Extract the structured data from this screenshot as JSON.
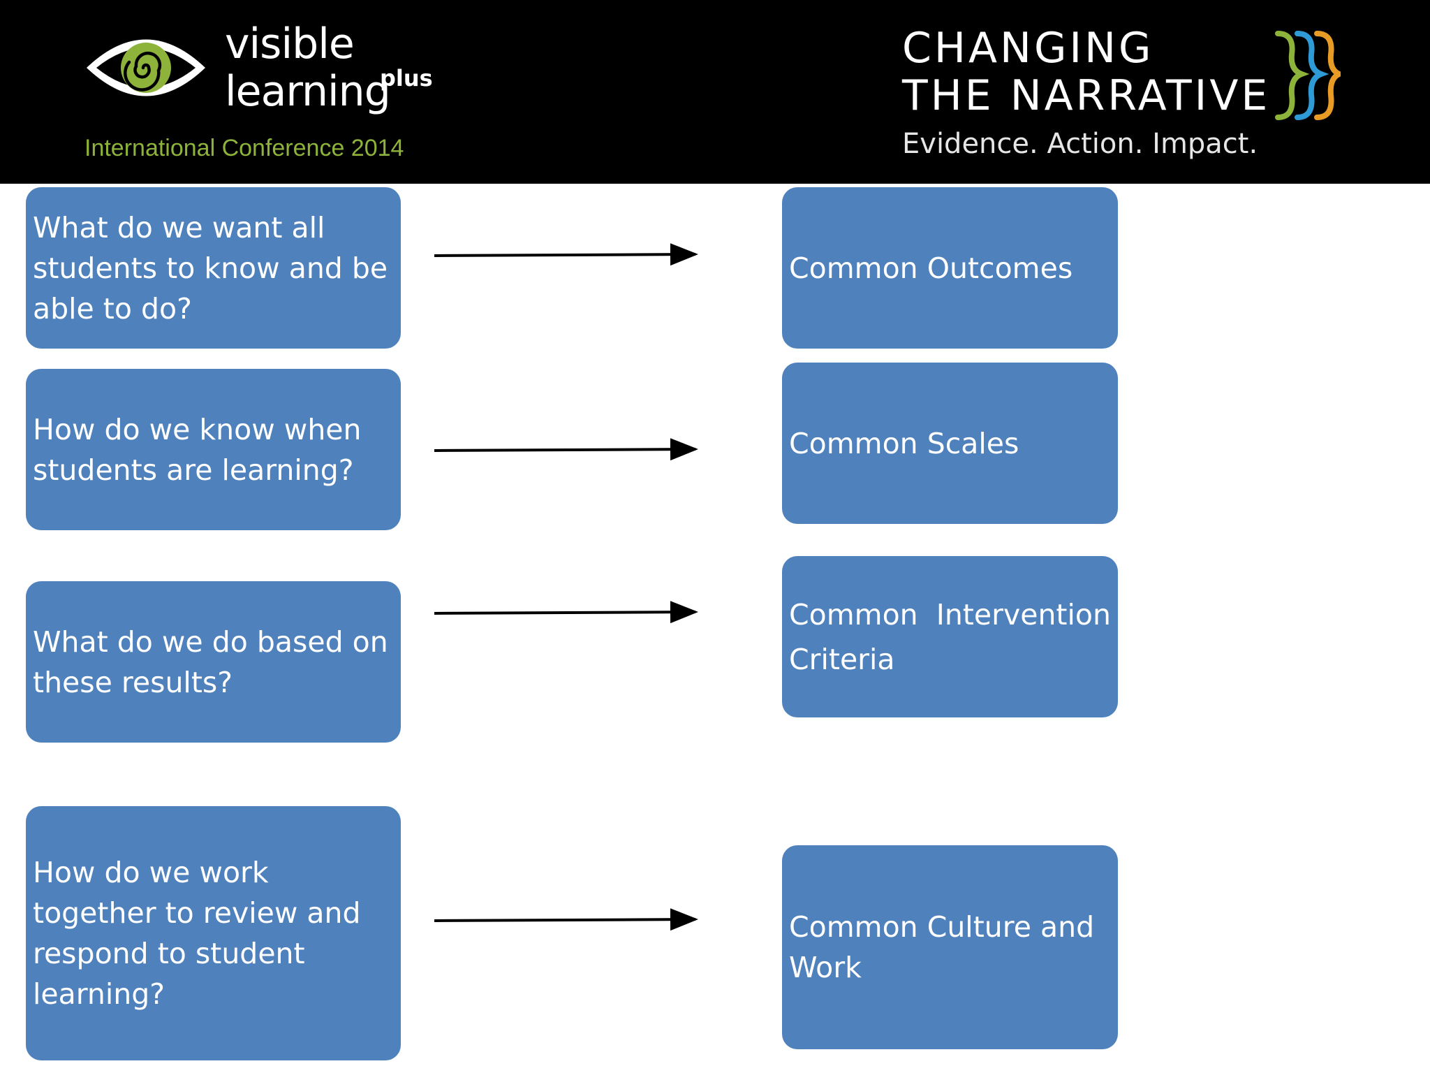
{
  "header": {
    "brand_line_1": "visible",
    "brand_line_2": "learning",
    "brand_sup": "plus",
    "conference": "International Conference 2014",
    "theme_line_1": "CHANGING",
    "theme_line_2": "THE NARRATIVE",
    "tagline": "Evidence. Action. Impact.",
    "colors": {
      "banner": "#000000",
      "eye_green": "#8db33b",
      "conference_text": "#8db33b",
      "bracket_green": "#8db33b",
      "bracket_blue": "#2e9bd6",
      "bracket_orange": "#e89b25"
    }
  },
  "diagram": {
    "box_color": "#4f81bd",
    "arrow_color": "#000000",
    "rows": [
      {
        "question": "What do we want all students to know and be able to do?",
        "answer": "Common Outcomes"
      },
      {
        "question": "How do we know when students are learning?",
        "answer": "Common Scales"
      },
      {
        "question": "What do we do based on these results?",
        "answer": "Common  Intervention Criteria"
      },
      {
        "question": "How do we work together to review and respond to student learning?",
        "answer": "Common Culture and Work"
      }
    ]
  }
}
